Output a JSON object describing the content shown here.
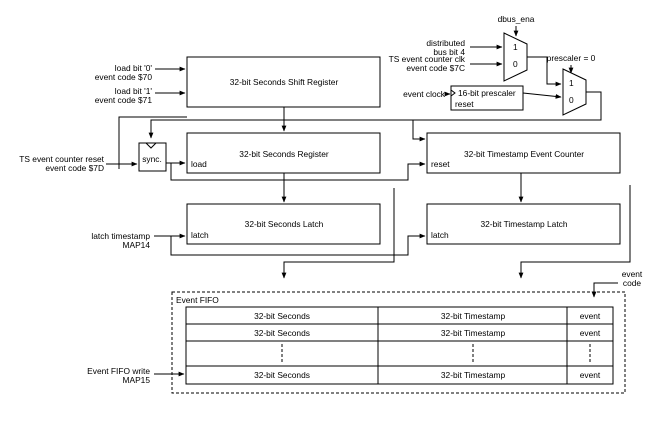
{
  "inputs": {
    "dbus_ena": "dbus_ena",
    "distributed_bus_bit": [
      "distributed",
      "bus bit 4"
    ],
    "ts_event_counter_clk": [
      "TS event counter clk",
      "event code $7C"
    ],
    "prescaler_eq_zero": "prescaler = 0",
    "load_bit_0": [
      "load bit '0'",
      "event code $70"
    ],
    "load_bit_1": [
      "load bit '1'",
      "event code $71"
    ],
    "event_clock": "event clock",
    "ts_event_counter_reset": [
      "TS event counter reset",
      "event code $7D"
    ],
    "latch_timestamp": [
      "latch timestamp",
      "MAP14"
    ],
    "event_fifo_write": [
      "Event FIFO write",
      "MAP15"
    ],
    "event_code": [
      "event",
      "code"
    ]
  },
  "mux_labels": {
    "one": "1",
    "zero": "0"
  },
  "blocks": {
    "shift_register": "32-bit Seconds Shift Register",
    "prescaler": "16-bit prescaler",
    "prescaler_reset": "reset",
    "sync": "sync.",
    "seconds_register": "32-bit Seconds Register",
    "seconds_register_load": "load",
    "timestamp_counter": "32-bit Timestamp Event Counter",
    "timestamp_counter_reset": "reset",
    "seconds_latch": "32-bit Seconds Latch",
    "seconds_latch_pin": "latch",
    "timestamp_latch": "32-bit Timestamp Latch",
    "timestamp_latch_pin": "latch"
  },
  "fifo": {
    "title": "Event FIFO",
    "columns": [
      "32-bit Seconds",
      "32-bit Timestamp",
      "event"
    ],
    "rows": [
      [
        "32-bit Seconds",
        "32-bit Timestamp",
        "event"
      ],
      [
        "32-bit Seconds",
        "32-bit Timestamp",
        "event"
      ],
      [
        "32-bit Seconds",
        "32-bit Timestamp",
        "event"
      ]
    ]
  }
}
